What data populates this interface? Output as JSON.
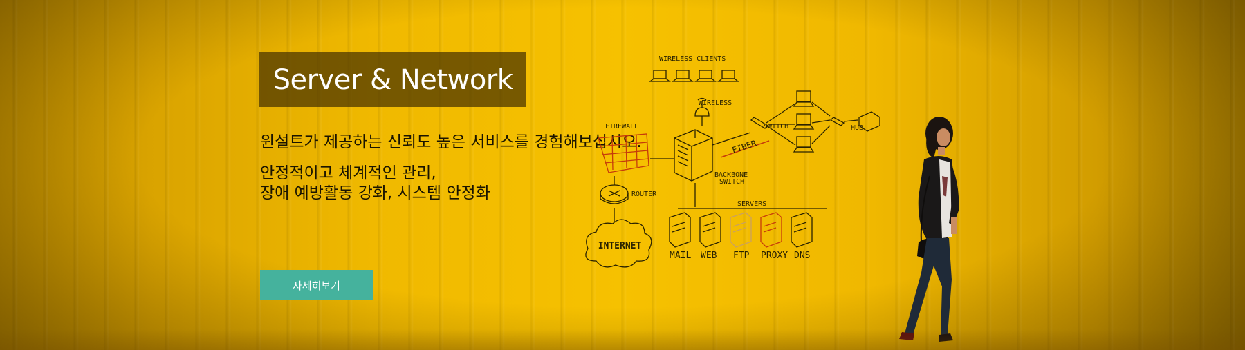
{
  "hero": {
    "title": "Server & Network",
    "line1": "윈설트가 제공하는 신뢰도 높은 서비스를 경험해보십시오.",
    "line2": "안정적이고 체계적인 관리,",
    "line3": "장애 예방활동 강화, 시스템 안정화",
    "cta_label": "자세히보기"
  },
  "diagram": {
    "wireless_clients": "WIRELESS CLIENTS",
    "wireless": "WIRELESS",
    "firewall": "FIREWALL",
    "switch": "SWITCH",
    "hub": "HUB",
    "fiber": "FIBER",
    "backbone": "BACKBONE",
    "backbone_switch": "SWITCH",
    "router": "ROUTER",
    "internet": "INTERNET",
    "servers": "SERVERS",
    "mail": "MAIL",
    "web": "WEB",
    "ftp": "FTP",
    "proxy": "PROXY",
    "dns": "DNS"
  },
  "colors": {
    "background": "#f6c100",
    "title_box": "#463200",
    "cta": "#45b29d",
    "text": "#1a1400"
  }
}
